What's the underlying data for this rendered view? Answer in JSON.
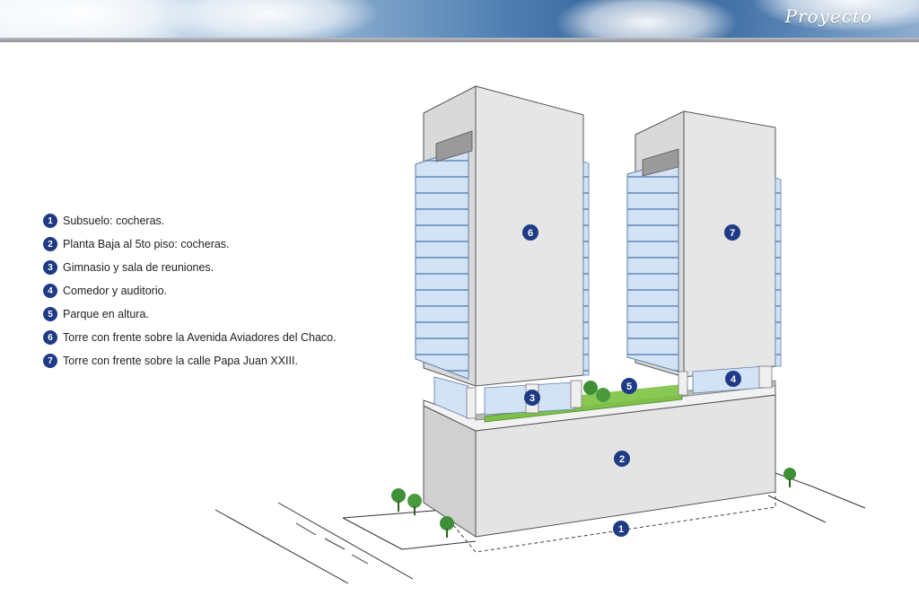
{
  "header": {
    "title": "Proyecto"
  },
  "legend": [
    {
      "number": "1",
      "text": "Subsuelo: cocheras."
    },
    {
      "number": "2",
      "text": "Planta Baja al 5to piso: cocheras."
    },
    {
      "number": "3",
      "text": "Gimnasio y sala de reuniones."
    },
    {
      "number": "4",
      "text": "Comedor y auditorio."
    },
    {
      "number": "5",
      "text": "Parque en altura."
    },
    {
      "number": "6",
      "text": "Torre con frente sobre la Avenida Aviadores del Chaco."
    },
    {
      "number": "7",
      "text": "Torre con frente sobre la calle Papa Juan XXIII."
    }
  ],
  "markers": {
    "m1": "1",
    "m2": "2",
    "m3": "3",
    "m4": "4",
    "m5": "5",
    "m6": "6",
    "m7": "7"
  },
  "colors": {
    "badge": "#1f3b86",
    "wall": "#e4e4e4",
    "glass": "#cfe0f4",
    "garden": "#7ec04a",
    "tree": "#3f8f35"
  }
}
